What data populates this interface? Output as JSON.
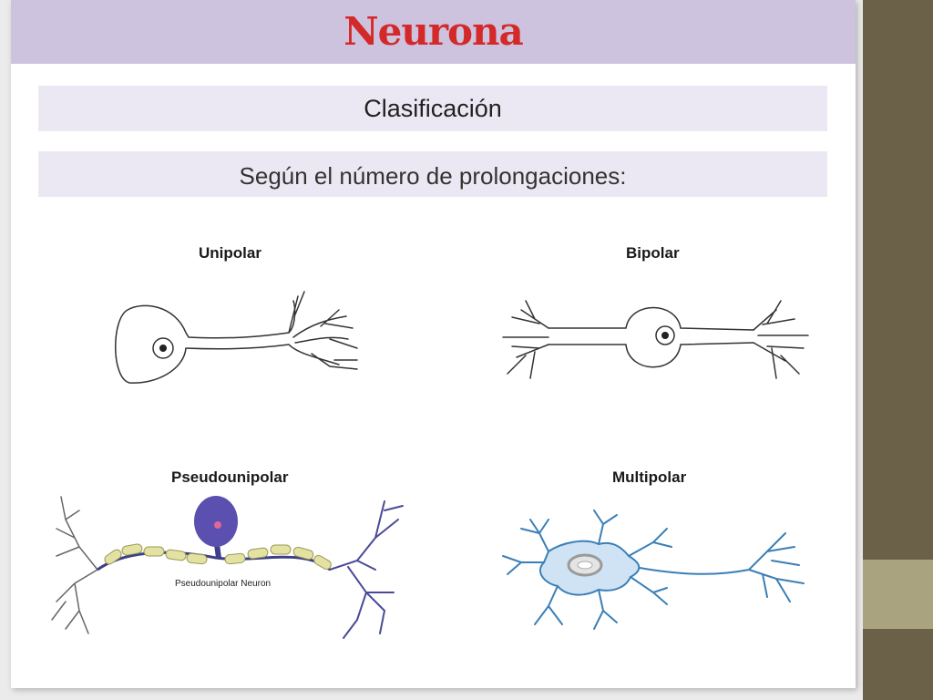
{
  "title": "Neurona",
  "subtitle": "Clasificación",
  "section": "Según el número de prolongaciones:",
  "neurons": {
    "unipolar": "Unipolar",
    "bipolar": "Bipolar",
    "pseudounipolar": "Pseudounipolar",
    "multipolar": "Multipolar"
  },
  "pseudo_inner_label": "Pseudounipolar Neuron",
  "colors": {
    "title": "#d42929",
    "title_bar": "#cdc3df",
    "box_bg": "#ece8f3",
    "pseudo_body": "#5b4fb0",
    "myelin": "#e3e2a3",
    "multipolar_stroke": "#3b7fb6"
  }
}
